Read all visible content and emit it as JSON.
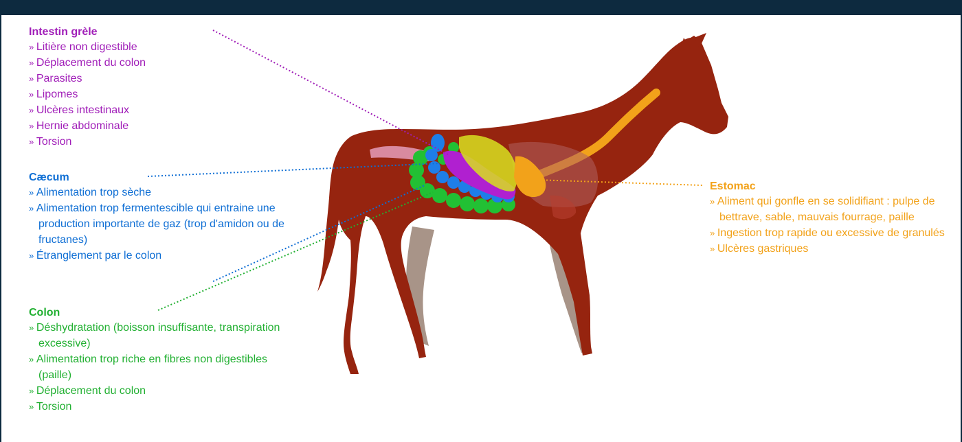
{
  "colors": {
    "header_bar": "#0d2a3f",
    "intestin": "#a01db8",
    "caecum": "#0e6ed4",
    "colon": "#22b032",
    "estomac": "#f2a21a",
    "horse_body": "#96240f",
    "horse_far_legs": "#a89488"
  },
  "intestin_grele": {
    "title": "Intestin grèle",
    "items": [
      "Litière non digestible",
      "Déplacement du colon",
      "Parasites",
      "Lipomes",
      "Ulcères intestinaux",
      "Hernie abdominale",
      "Torsion"
    ]
  },
  "caecum": {
    "title": "Cæcum",
    "items": [
      "Alimentation trop sèche",
      "Alimentation trop fermentescible qui entraine une production importante de gaz (trop d'amidon ou de fructanes)",
      "Étranglement par le colon"
    ]
  },
  "colon": {
    "title": "Colon",
    "items": [
      "Déshydratation (boisson insuffisante, transpiration excessive)",
      "Alimentation trop riche en fibres non digestibles (paille)",
      "Déplacement du colon",
      "Torsion"
    ]
  },
  "estomac": {
    "title": "Estomac",
    "items": [
      "Aliment qui gonfle en se solidifiant : pulpe de bettrave, sable, mauvais fourrage, paille",
      "Ingestion trop rapide ou excessive de granulés",
      "Ulcères gastriques"
    ]
  }
}
